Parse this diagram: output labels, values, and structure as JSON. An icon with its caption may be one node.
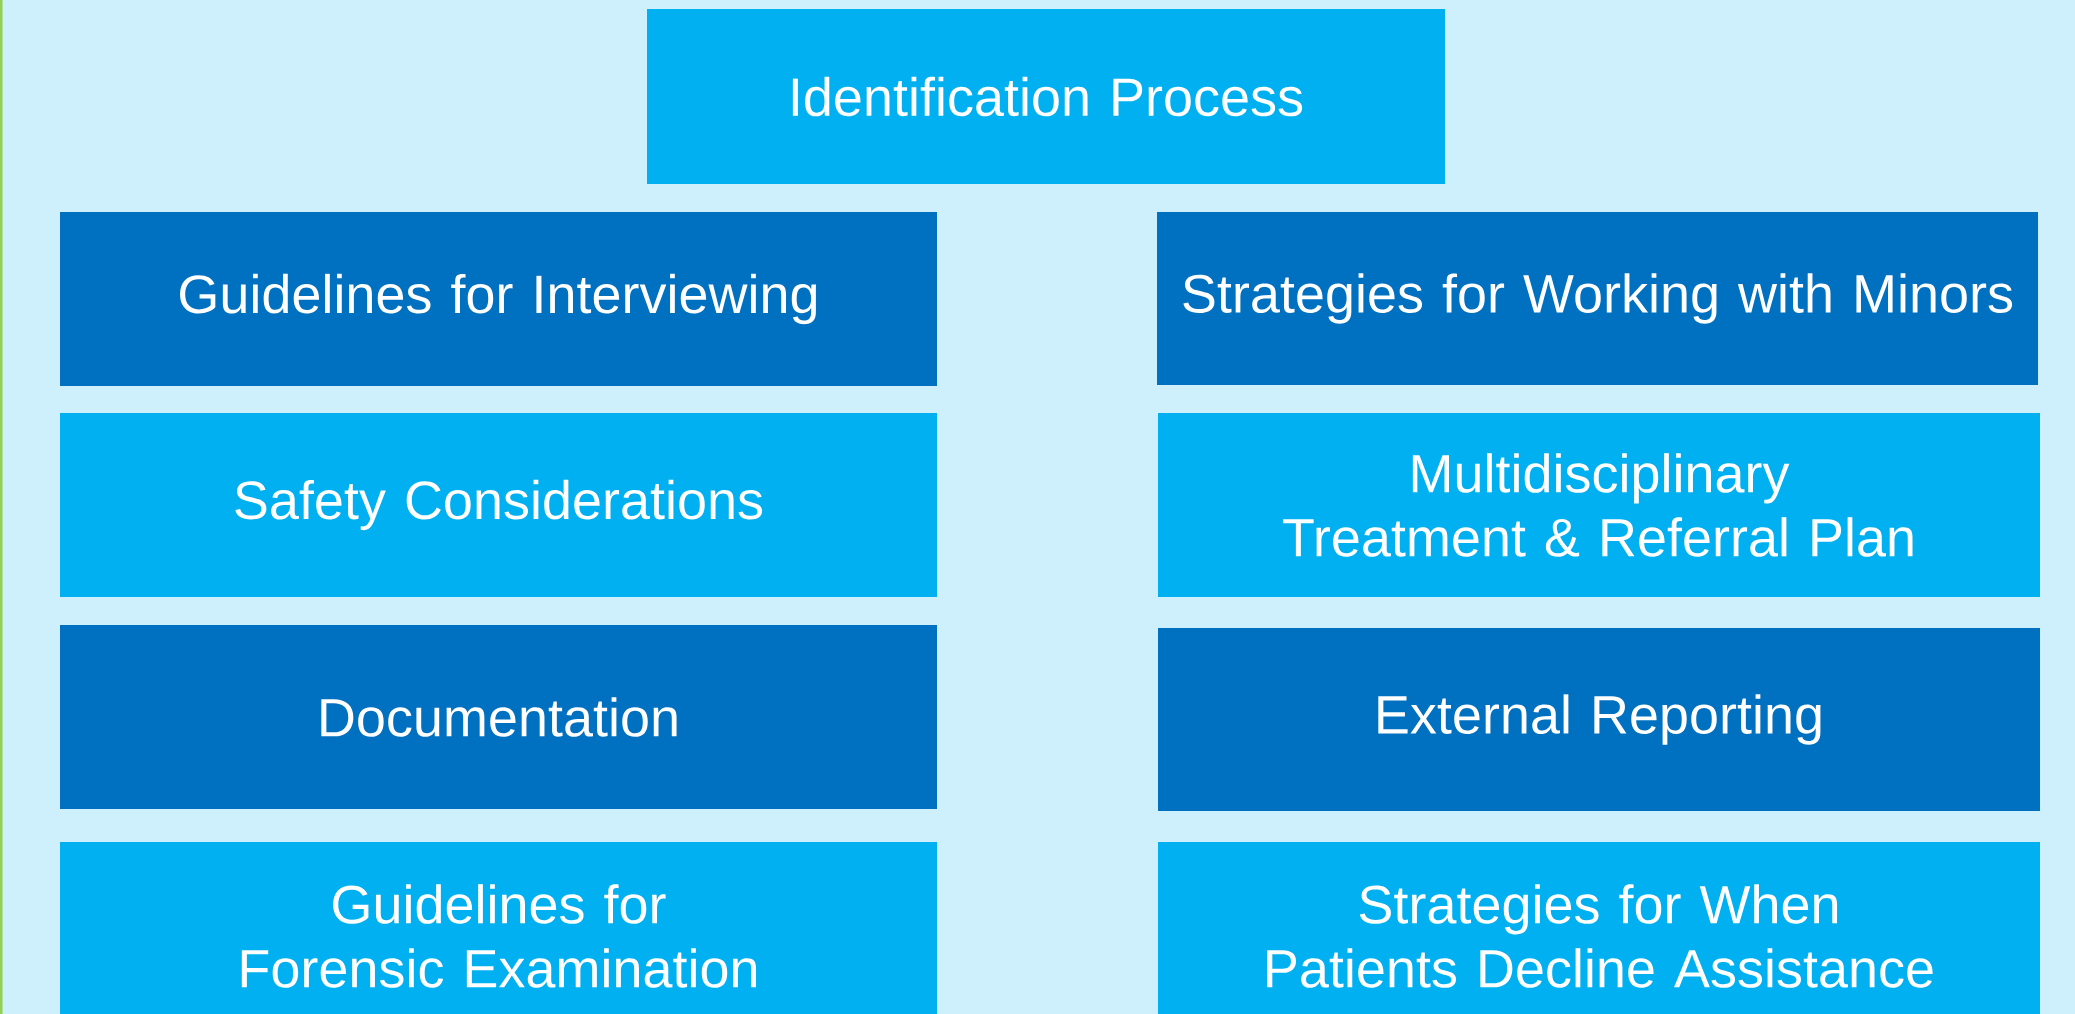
{
  "diagram": {
    "nodes": [
      {
        "text": [
          "Identification Process"
        ]
      },
      {
        "text": [
          "Guidelines for Interviewing"
        ]
      },
      {
        "text": [
          "Strategies for Working with Minors"
        ]
      },
      {
        "text": [
          "Safety Considerations"
        ]
      },
      {
        "text": [
          "Multidisciplinary Treatment & Referral Plan"
        ]
      },
      {
        "text": [
          "Documentation"
        ]
      },
      {
        "text": [
          "External Reporting"
        ]
      },
      {
        "text": [
          "Guidelines for Forensic Examination"
        ]
      },
      {
        "text": [
          "Strategies for When Patients Decline Assistance"
        ]
      }
    ]
  }
}
